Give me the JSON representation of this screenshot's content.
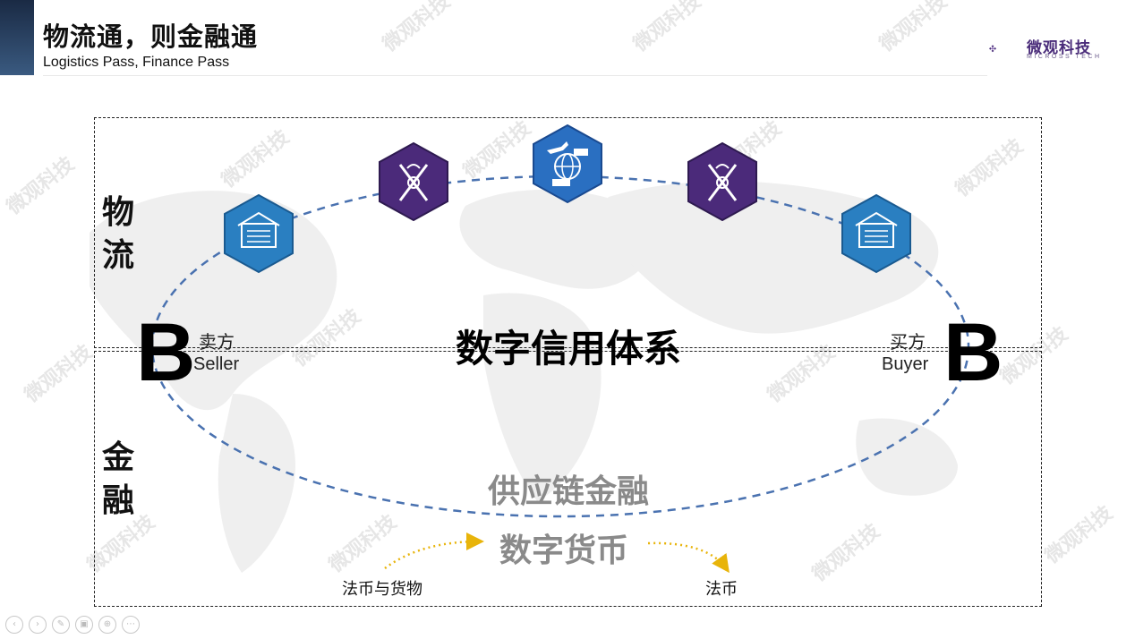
{
  "header": {
    "title_zh": "物流通，则金融通",
    "title_en": "Logistics Pass, Finance Pass"
  },
  "logo": {
    "name": "微观科技",
    "subtitle": "MICROSS TECH"
  },
  "diagram": {
    "logistics_label": "物流",
    "finance_label": "金融",
    "center_label": "数字信用体系",
    "seller": {
      "letter": "B",
      "label_zh": "卖方",
      "label_en": "Seller"
    },
    "buyer": {
      "letter": "B",
      "label_zh": "买方",
      "label_en": "Buyer"
    },
    "supply_chain_finance": "供应链金融",
    "digital_currency": "数字货币",
    "fiat_and_goods": "法币与货物",
    "fiat": "法币",
    "nodes": [
      {
        "icon": "warehouse-icon",
        "color": "#2a7fc1"
      },
      {
        "icon": "customs-icon",
        "color": "#4b2a7a"
      },
      {
        "icon": "transport-globe-icon",
        "color": "#2a6fc1"
      },
      {
        "icon": "customs-icon",
        "color": "#4b2a7a"
      },
      {
        "icon": "warehouse-icon",
        "color": "#2a7fc1"
      }
    ]
  },
  "colors": {
    "ellipse": "#4a72b0",
    "arrow": "#e8b40a",
    "gray_text": "#8a8a8a"
  }
}
